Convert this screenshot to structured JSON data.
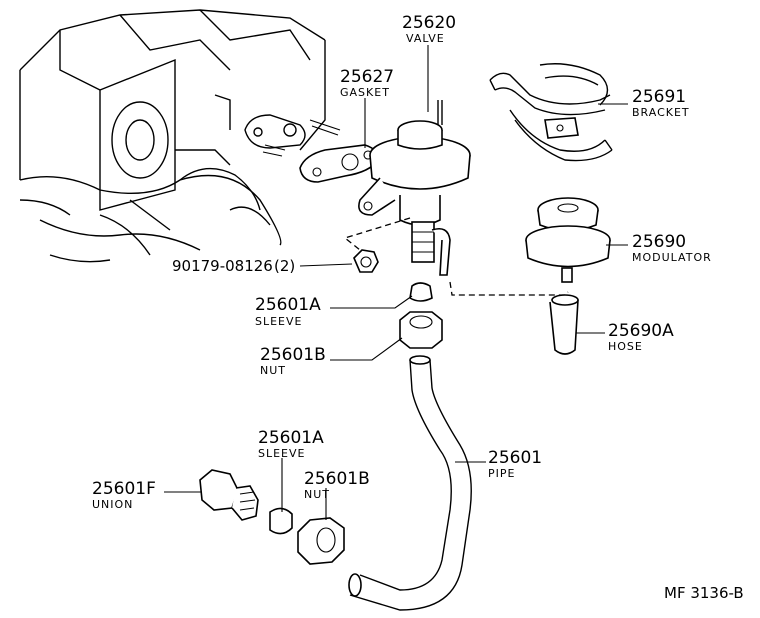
{
  "figure_code": "MF 3136-B",
  "parts": {
    "valve": {
      "number": "25620",
      "name": "VALVE"
    },
    "gasket": {
      "number": "25627",
      "name": "GASKET"
    },
    "bracket": {
      "number": "25691",
      "name": "BRACKET"
    },
    "modulator": {
      "number": "25690",
      "name": "MODULATOR"
    },
    "bolt": {
      "number": "90179-08126",
      "qty": "(2)"
    },
    "sleeve_upper": {
      "number": "25601A",
      "name": "SLEEVE"
    },
    "hose": {
      "number": "25690A",
      "name": "HOSE"
    },
    "nut_upper": {
      "number": "25601B",
      "name": "NUT"
    },
    "sleeve_lower": {
      "number": "25601A",
      "name": "SLEEVE"
    },
    "pipe": {
      "number": "25601",
      "name": "PIPE"
    },
    "union": {
      "number": "25601F",
      "name": "UNION"
    },
    "nut_lower": {
      "number": "25601B",
      "name": "NUT"
    }
  }
}
